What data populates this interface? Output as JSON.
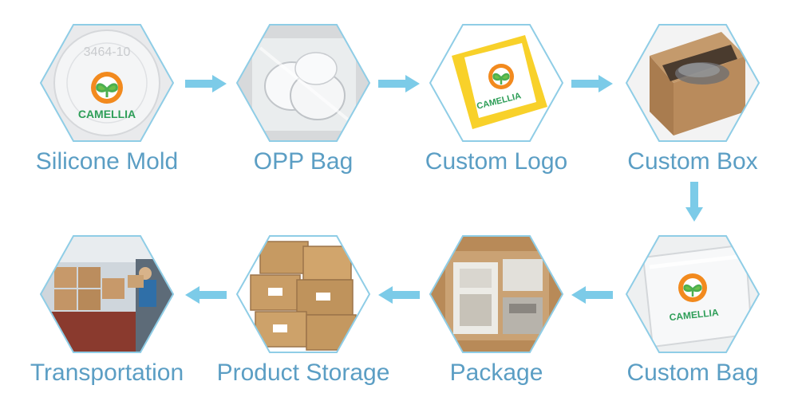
{
  "process": {
    "steps": [
      {
        "id": "silicone-mold",
        "label": "Silicone Mold",
        "logo": "CAMELLIA"
      },
      {
        "id": "opp-bag",
        "label": "OPP Bag"
      },
      {
        "id": "custom-logo",
        "label": "Custom Logo",
        "logo": "CAMELLIA"
      },
      {
        "id": "custom-box",
        "label": "Custom Box"
      },
      {
        "id": "custom-bag",
        "label": "Custom Bag",
        "logo": "CAMELLIA"
      },
      {
        "id": "package",
        "label": "Package"
      },
      {
        "id": "product-storage",
        "label": "Product Storage"
      },
      {
        "id": "transportation",
        "label": "Transportation"
      }
    ],
    "colors": {
      "hex_border": "#8fcde6",
      "arrow": "#7ccbe8",
      "label": "#5b9ec4"
    }
  }
}
